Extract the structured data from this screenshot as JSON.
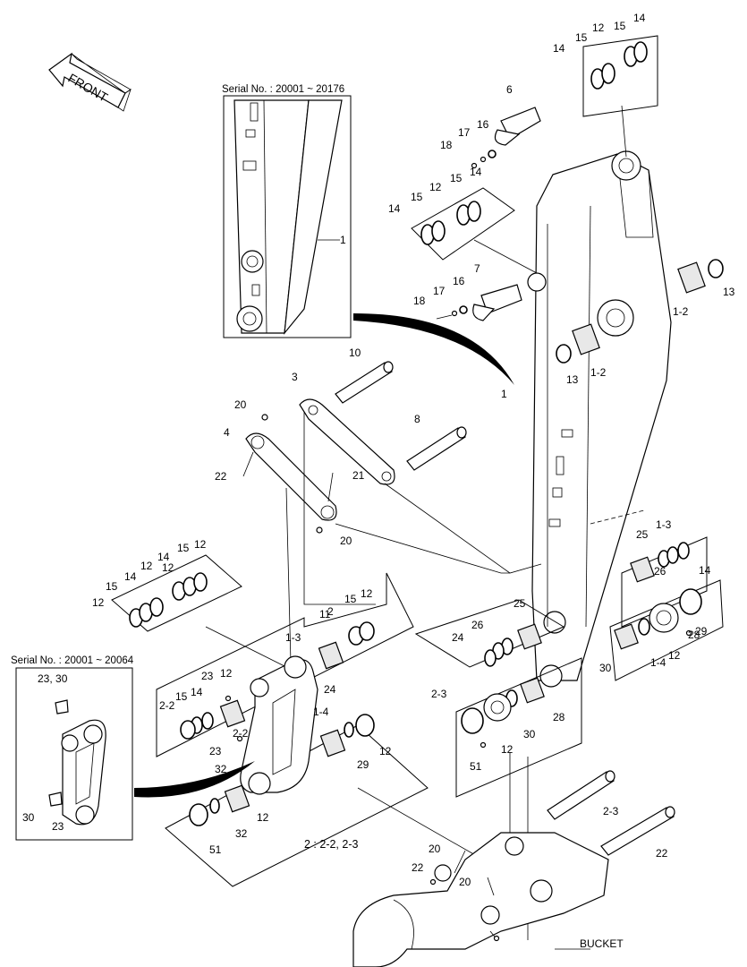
{
  "front_arrow": {
    "text": "FRONT"
  },
  "insets": {
    "arm": {
      "title": "Serial No. : 20001 ~ 20176",
      "label": "1"
    },
    "link": {
      "title": "Serial No. : 20001 ~ 20064",
      "labels": [
        "23, 30",
        "30",
        "23"
      ]
    }
  },
  "caption": "2 : 2-2, 2-3",
  "bucket_label": "BUCKET",
  "callouts": [
    {
      "text": "14"
    },
    {
      "text": "15"
    },
    {
      "text": "12"
    },
    {
      "text": "15"
    },
    {
      "text": "14"
    },
    {
      "text": "6"
    },
    {
      "text": "16"
    },
    {
      "text": "17"
    },
    {
      "text": "18"
    },
    {
      "text": "14"
    },
    {
      "text": "15"
    },
    {
      "text": "12"
    },
    {
      "text": "15"
    },
    {
      "text": "14"
    },
    {
      "text": "7"
    },
    {
      "text": "16"
    },
    {
      "text": "17"
    },
    {
      "text": "18"
    },
    {
      "text": "13"
    },
    {
      "text": "1-2"
    },
    {
      "text": "13"
    },
    {
      "text": "1-2"
    },
    {
      "text": "10"
    },
    {
      "text": "3"
    },
    {
      "text": "1"
    },
    {
      "text": "20"
    },
    {
      "text": "4"
    },
    {
      "text": "8"
    },
    {
      "text": "22"
    },
    {
      "text": "21"
    },
    {
      "text": "20"
    },
    {
      "text": "15"
    },
    {
      "text": "14"
    },
    {
      "text": "12"
    },
    {
      "text": "14"
    },
    {
      "text": "12"
    },
    {
      "text": "15"
    },
    {
      "text": "12"
    },
    {
      "text": "12"
    },
    {
      "text": "11"
    },
    {
      "text": "25"
    },
    {
      "text": "1-3"
    },
    {
      "text": "26"
    },
    {
      "text": "14"
    },
    {
      "text": "15"
    },
    {
      "text": "12"
    },
    {
      "text": "2"
    },
    {
      "text": "1-3"
    },
    {
      "text": "25"
    },
    {
      "text": "26"
    },
    {
      "text": "24"
    },
    {
      "text": "29"
    },
    {
      "text": "28"
    },
    {
      "text": "12"
    },
    {
      "text": "1-4"
    },
    {
      "text": "30"
    },
    {
      "text": "23"
    },
    {
      "text": "12"
    },
    {
      "text": "14"
    },
    {
      "text": "15"
    },
    {
      "text": "2-2"
    },
    {
      "text": "2-2"
    },
    {
      "text": "24"
    },
    {
      "text": "2-3"
    },
    {
      "text": "1-4"
    },
    {
      "text": "28"
    },
    {
      "text": "12"
    },
    {
      "text": "30"
    },
    {
      "text": "23"
    },
    {
      "text": "32"
    },
    {
      "text": "12"
    },
    {
      "text": "29"
    },
    {
      "text": "51"
    },
    {
      "text": "2-3"
    },
    {
      "text": "12"
    },
    {
      "text": "32"
    },
    {
      "text": "51"
    },
    {
      "text": "22"
    },
    {
      "text": "20"
    },
    {
      "text": "22"
    },
    {
      "text": "20"
    }
  ]
}
